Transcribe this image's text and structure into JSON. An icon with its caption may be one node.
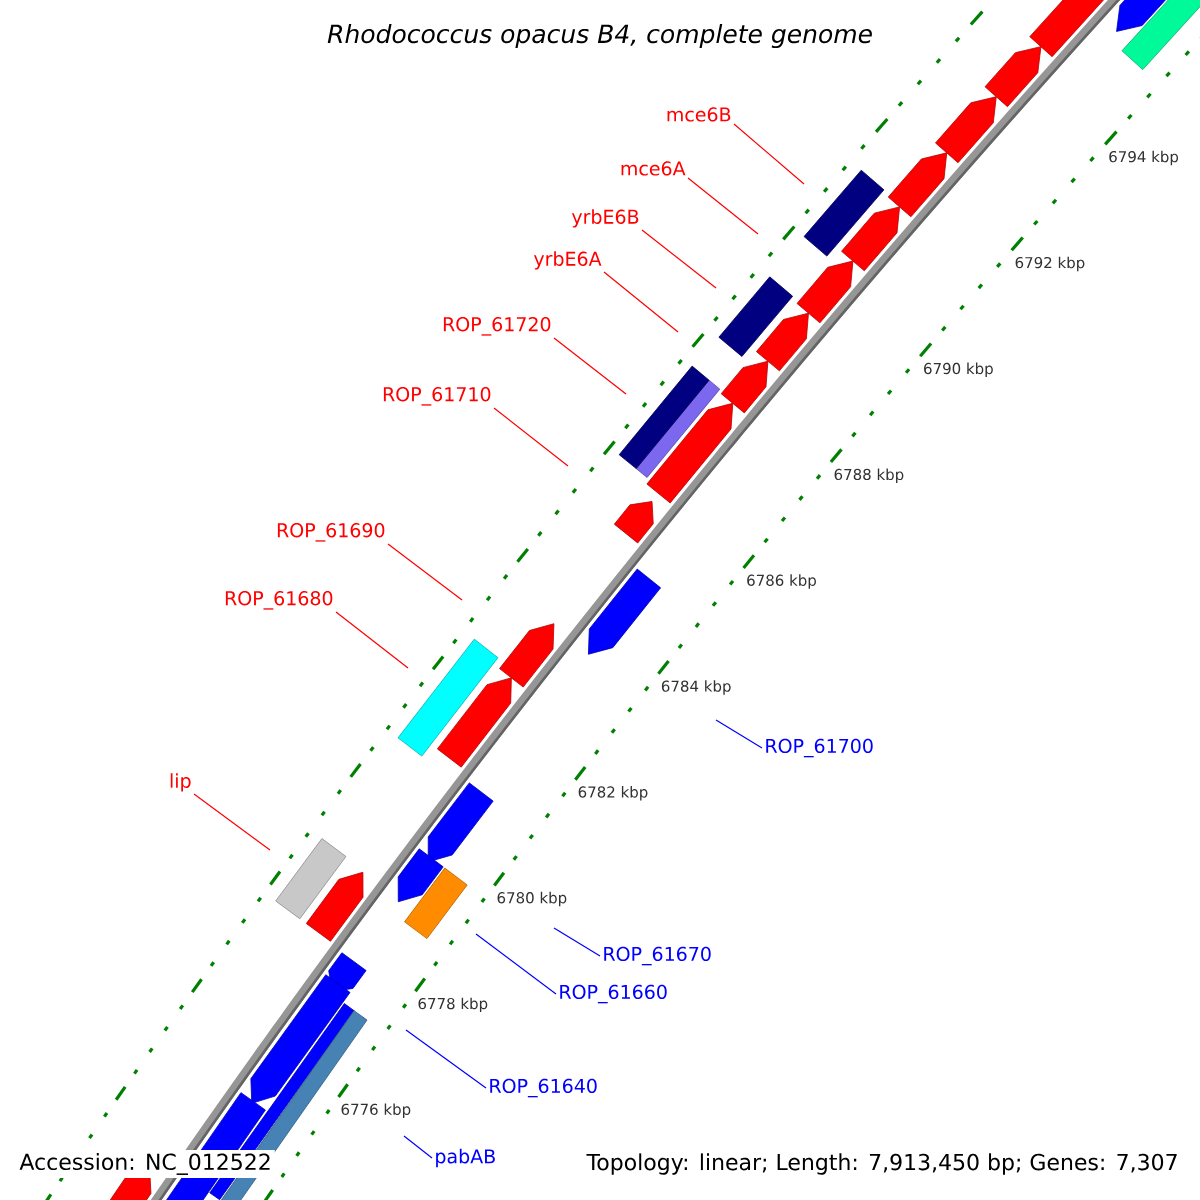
{
  "diagram": {
    "title": "Rhodococcus opacus B4, complete genome",
    "nodes": [
      {
        "text": [
          "mce6B"
        ]
      },
      {
        "text": [
          "mce6A"
        ]
      },
      {
        "text": [
          "yrbE6B"
        ]
      },
      {
        "text": [
          "yrbE6A"
        ]
      },
      {
        "text": [
          "ROP_61720"
        ]
      },
      {
        "text": [
          "ROP_61710"
        ]
      },
      {
        "text": [
          "ROP_61690"
        ]
      },
      {
        "text": [
          "ROP_61680"
        ]
      },
      {
        "text": [
          "lip"
        ]
      },
      {
        "text": [
          "ROP_61700"
        ]
      },
      {
        "text": [
          "ROP_61670"
        ]
      },
      {
        "text": [
          "ROP_61660"
        ]
      },
      {
        "text": [
          "ROP_61640"
        ]
      },
      {
        "text": [
          "pabAB"
        ]
      }
    ],
    "edges": [
      {
        "from": 0,
        "to": null,
        "arrow": "none"
      },
      {
        "from": 1,
        "to": null,
        "arrow": "none"
      },
      {
        "from": 2,
        "to": null,
        "arrow": "none"
      },
      {
        "from": 3,
        "to": null,
        "arrow": "none"
      },
      {
        "from": 4,
        "to": null,
        "arrow": "none"
      },
      {
        "from": 5,
        "to": null,
        "arrow": "none"
      },
      {
        "from": 6,
        "to": null,
        "arrow": "none"
      },
      {
        "from": 7,
        "to": null,
        "arrow": "none"
      },
      {
        "from": 8,
        "to": null,
        "arrow": "none"
      },
      {
        "from": 9,
        "to": null,
        "arrow": "none",
        "color": "#0000ff"
      },
      {
        "from": 10,
        "to": null,
        "arrow": "none",
        "color": "#0000ff"
      },
      {
        "from": 11,
        "to": null,
        "arrow": "none",
        "color": "#0000ff"
      },
      {
        "from": 12,
        "to": null,
        "arrow": "none",
        "color": "#0000ff"
      },
      {
        "from": 13,
        "to": null,
        "arrow": "none",
        "color": "#0000ff"
      }
    ],
    "labels": [
      "6794 kbp",
      "6792 kbp",
      "6790 kbp",
      "6788 kbp",
      "6786 kbp",
      "6784 kbp",
      "6782 kbp",
      "6780 kbp",
      "6778 kbp",
      "6776 kbp",
      "Accession: NC_012522",
      "Topology: linear; Length: 7,913,450 bp; Genes: 7,307"
    ]
  }
}
